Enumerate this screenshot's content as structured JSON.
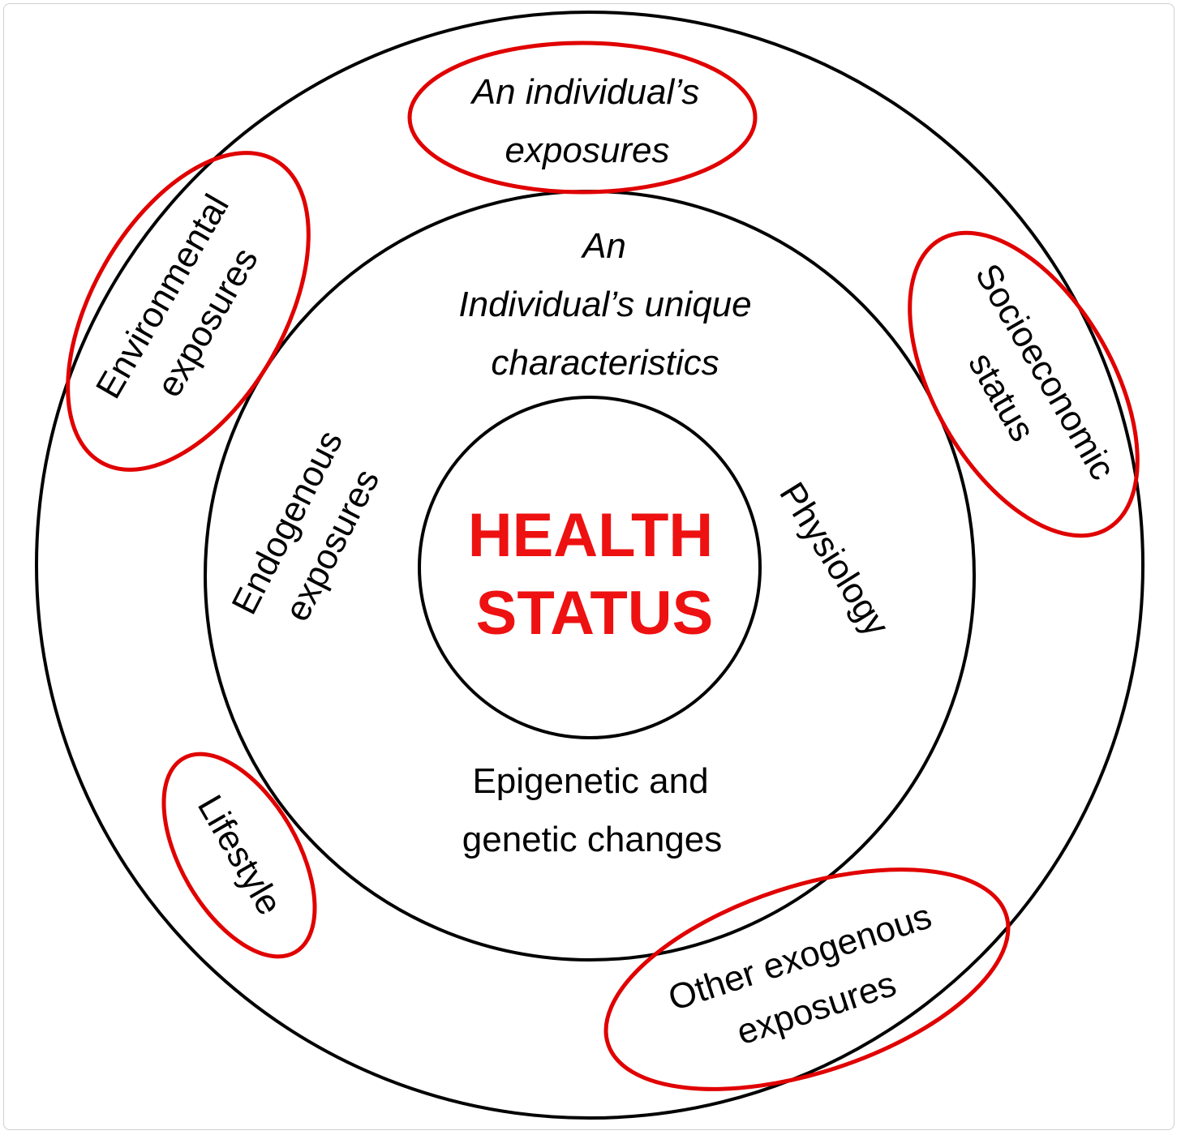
{
  "colors": {
    "highlight": "#e00000",
    "ring": "#000000",
    "core_text": "#ee1111",
    "frame_border": "#cfcfcf"
  },
  "core": {
    "line1": "HEALTH",
    "line2": "STATUS"
  },
  "inner_ring": {
    "top": {
      "line1": "An",
      "line2": "Individual’s  unique",
      "line3": "characteristics"
    },
    "left": {
      "line1": "Endogenous",
      "line2": "exposures"
    },
    "right": {
      "line1": "Physiology"
    },
    "bottom": {
      "line1": "Epigenetic and",
      "line2": "genetic changes"
    }
  },
  "outer_ring": {
    "individual": {
      "line1": "An individual’s",
      "line2": "exposures"
    },
    "environmental": {
      "line1": "Environmental",
      "line2": "exposures"
    },
    "socioeconomic": {
      "line1": "Socioeconomic",
      "line2": "status"
    },
    "lifestyle": {
      "line1": "Lifestyle"
    },
    "other": {
      "line1": "Other exogenous",
      "line2": "exposures"
    }
  }
}
